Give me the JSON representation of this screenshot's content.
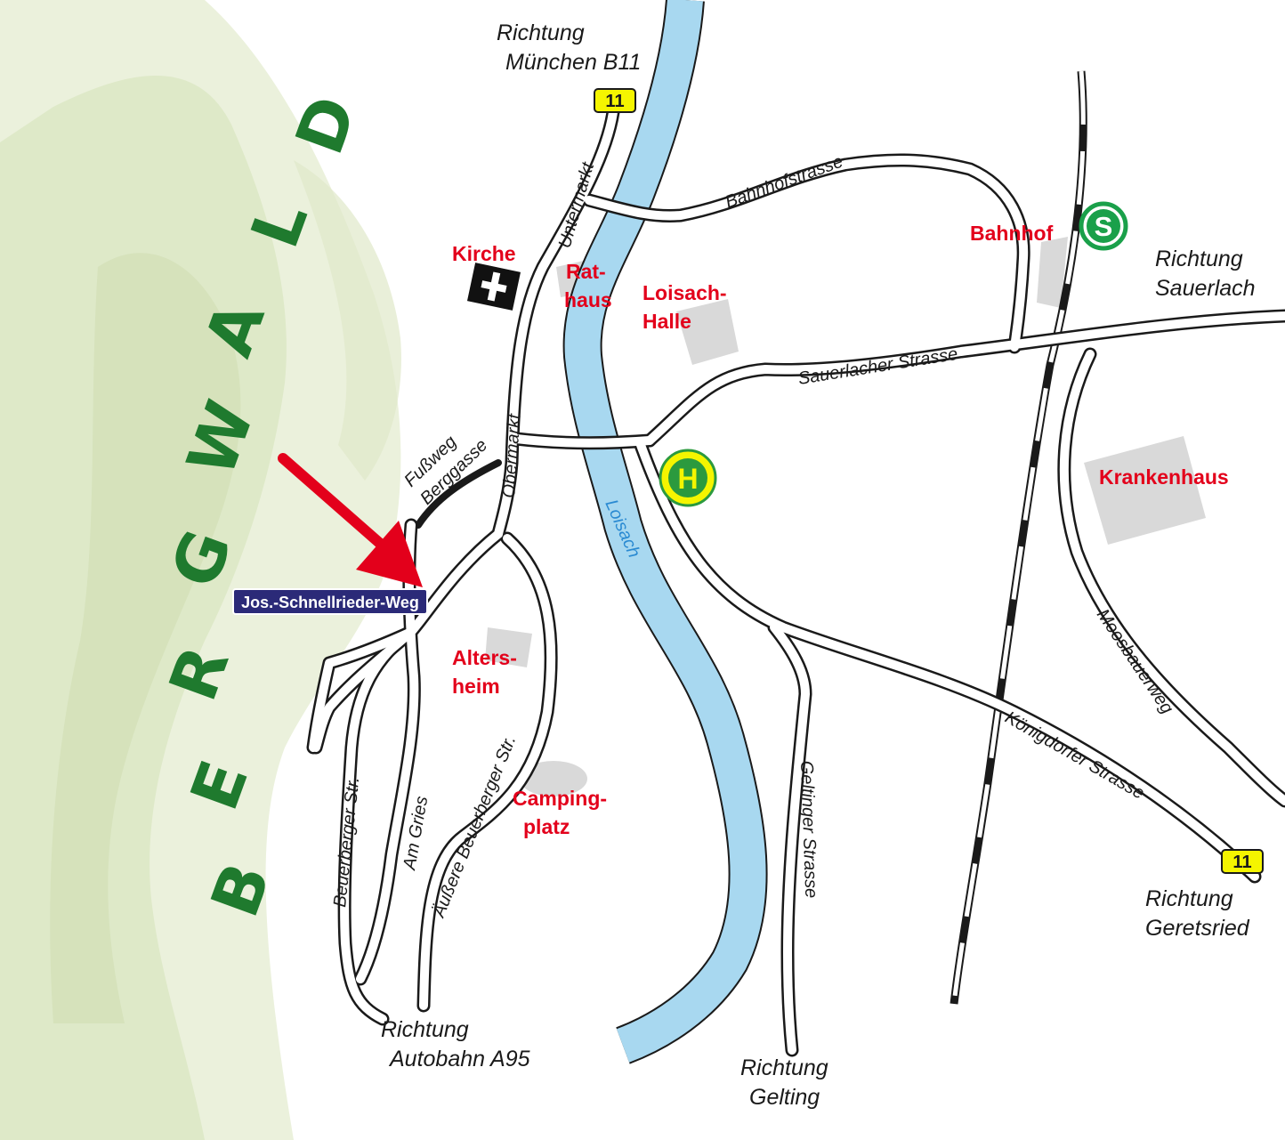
{
  "forest": {
    "letters": [
      "B",
      "E",
      "R",
      "G",
      "W",
      "A",
      "L",
      "D"
    ],
    "color": "#1f7a2e",
    "wash_color": "#dfe8c9"
  },
  "directions": {
    "north_line1": "Richtung",
    "north_line2": "München B11",
    "east_line1": "Richtung",
    "east_line2": "Sauerlach",
    "southeast_line1": "Richtung",
    "southeast_line2": "Geretsried",
    "south_line1": "Richtung",
    "south_line2": "Gelting",
    "southwest_line1": "Richtung",
    "southwest_line2": "Autobahn A95"
  },
  "road_badges": {
    "north": "11",
    "southeast": "11",
    "color": "#f5f500"
  },
  "streets": {
    "untermarkt": "Untermarkt",
    "obermarkt": "Obermarkt",
    "bahnhofstrasse": "Bahnhofstrasse",
    "sauerlacher": "Sauerlacher Strasse",
    "koenigsdorfer": "Königdorfer Strasse",
    "moosbauerweg": "Moosbauerweg",
    "geltinger": "Geltinger Strasse",
    "beuerberger": "Beuerberger Str.",
    "am_gries": "Am Gries",
    "aeussere": "Äußere Beuerberger Str.",
    "fussweg_line1": "Fußweg",
    "fussweg_line2": "Berggasse"
  },
  "river": {
    "name": "Loisach",
    "color": "#a8d8f0"
  },
  "pois": {
    "kirche": "Kirche",
    "rathaus_line1": "Rat-",
    "rathaus_line2": "haus",
    "halle_line1": "Loisach-",
    "halle_line2": "Halle",
    "bahnhof": "Bahnhof",
    "krankenhaus": "Krankenhaus",
    "altersheim_line1": "Alters-",
    "altersheim_line2": "heim",
    "camping_line1": "Camping-",
    "camping_line2": "platz",
    "color": "#e3001b"
  },
  "symbols": {
    "sbahn": "S",
    "bus": "H"
  },
  "target": {
    "label": "Jos.-Schnellrieder-Weg",
    "arrow_color": "#e3001b",
    "label_bg": "#2b2a78"
  }
}
